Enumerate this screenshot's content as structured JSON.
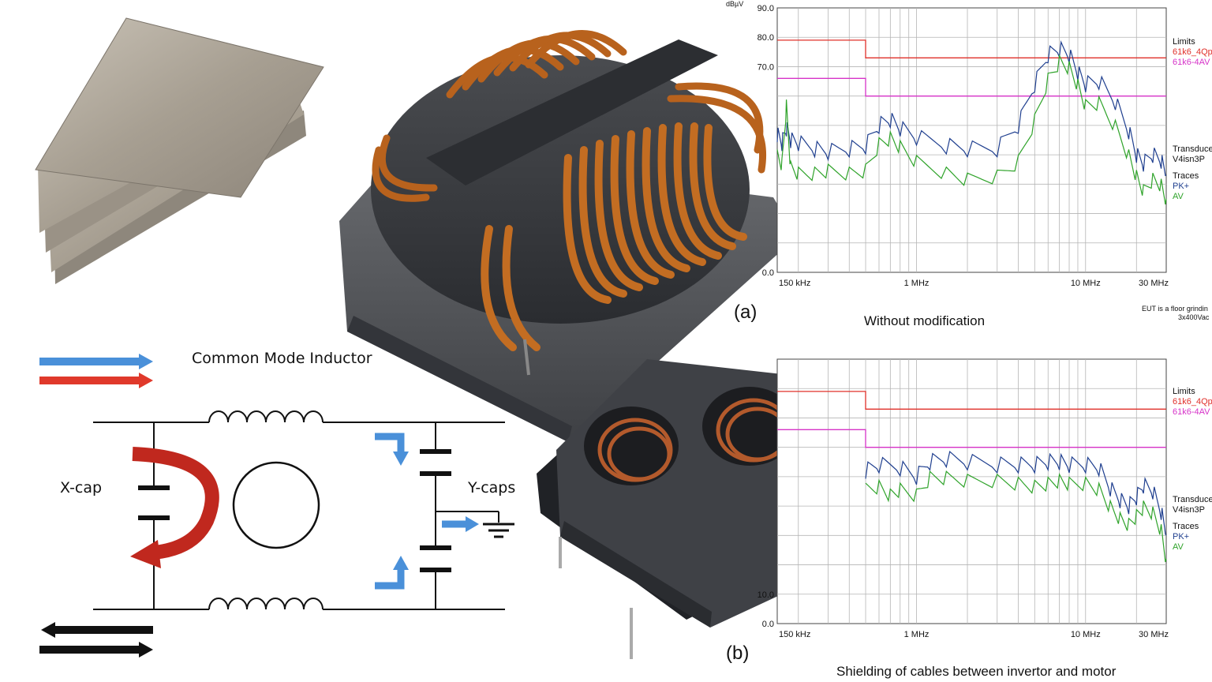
{
  "diagram": {
    "common_mode_label": "Common Mode Inductor",
    "xcap_label": "X-cap",
    "ycaps_label": "Y-caps"
  },
  "photos": {
    "sheets": "ferrite-sheets",
    "toroid": "common-mode-choke-toroid",
    "dual_choke": "common-mode-choke-dual"
  },
  "chart_a": {
    "subplot_label": "(a)",
    "caption": "Without modification",
    "note_line1": "EUT is a floor grindin",
    "note_line2": "3x400Vac"
  },
  "chart_b": {
    "subplot_label": "(b)",
    "caption": "Shielding of cables between invertor and motor"
  },
  "chart_data": [
    {
      "type": "line",
      "ylabel": "dBµV",
      "ylim": [
        0,
        90
      ],
      "y_ticks": [
        "90.0",
        "80.0",
        "70.0",
        "",
        "",
        "",
        "",
        "",
        "",
        "0.0"
      ],
      "x_scale": "log",
      "x_ticks": [
        "150 kHz",
        "1 MHz",
        "10 MHz",
        "30 MHz"
      ],
      "legend": {
        "limits_title": "Limits",
        "limit1": "61k6_4Qp",
        "limit2": "61k6-4AV",
        "transducer_title": "Transduce",
        "transducer": "V4isn3P",
        "traces_title": "Traces",
        "trace1": "PK+",
        "trace2": "AV"
      },
      "colors": {
        "limit_qp": "#e0302a",
        "limit_av": "#d633c8",
        "pk": "#1f3f8f",
        "av": "#2fa32a"
      },
      "limits": {
        "qp": [
          [
            0.15,
            79
          ],
          [
            0.5,
            79
          ],
          [
            0.5,
            73
          ],
          [
            30,
            73
          ]
        ],
        "av": [
          [
            0.15,
            66
          ],
          [
            0.5,
            66
          ],
          [
            0.5,
            60
          ],
          [
            30,
            60
          ]
        ]
      },
      "series": [
        {
          "name": "PK+",
          "points": [
            [
              0.15,
              47
            ],
            [
              0.16,
              44
            ],
            [
              0.17,
              49
            ],
            [
              0.18,
              45
            ],
            [
              0.2,
              44
            ],
            [
              0.25,
              42
            ],
            [
              0.3,
              41
            ],
            [
              0.4,
              42
            ],
            [
              0.5,
              43
            ],
            [
              0.6,
              50
            ],
            [
              0.7,
              52
            ],
            [
              0.8,
              49
            ],
            [
              1,
              46
            ],
            [
              1.5,
              43
            ],
            [
              2,
              42
            ],
            [
              3,
              42
            ],
            [
              4,
              50
            ],
            [
              5,
              64
            ],
            [
              6,
              74
            ],
            [
              7,
              76
            ],
            [
              8,
              74
            ],
            [
              9,
              68
            ],
            [
              10,
              64
            ],
            [
              12,
              65
            ],
            [
              15,
              58
            ],
            [
              18,
              48
            ],
            [
              20,
              40
            ],
            [
              22,
              37
            ],
            [
              25,
              40
            ],
            [
              28,
              38
            ],
            [
              30,
              33
            ]
          ]
        },
        {
          "name": "AV",
          "points": [
            [
              0.15,
              40
            ],
            [
              0.16,
              37
            ],
            [
              0.17,
              57
            ],
            [
              0.18,
              36
            ],
            [
              0.2,
              34
            ],
            [
              0.25,
              34
            ],
            [
              0.3,
              35
            ],
            [
              0.4,
              34
            ],
            [
              0.5,
              35
            ],
            [
              0.6,
              44
            ],
            [
              0.7,
              46
            ],
            [
              0.8,
              43
            ],
            [
              1,
              38
            ],
            [
              1.5,
              34
            ],
            [
              2,
              32
            ],
            [
              3,
              33
            ],
            [
              4,
              38
            ],
            [
              5,
              52
            ],
            [
              6,
              66
            ],
            [
              7,
              72
            ],
            [
              8,
              70
            ],
            [
              9,
              64
            ],
            [
              10,
              57
            ],
            [
              12,
              58
            ],
            [
              15,
              50
            ],
            [
              18,
              40
            ],
            [
              20,
              33
            ],
            [
              22,
              28
            ],
            [
              25,
              32
            ],
            [
              28,
              30
            ],
            [
              30,
              25
            ]
          ]
        }
      ]
    },
    {
      "type": "line",
      "ylabel": "",
      "ylim": [
        0,
        90
      ],
      "y_ticks": [
        "",
        "",
        "",
        "",
        "",
        "",
        "",
        "",
        "10.0",
        "0.0"
      ],
      "x_scale": "log",
      "x_ticks": [
        "150 kHz",
        "1 MHz",
        "10 MHz",
        "30 MHz"
      ],
      "legend": {
        "limits_title": "Limits",
        "limit1": "61k6_4Qp",
        "limit2": "61k6-4AV",
        "transducer_title": "Transduce",
        "transducer": "V4isn3P",
        "traces_title": "Traces",
        "trace1": "PK+",
        "trace2": "AV"
      },
      "colors": {
        "limit_qp": "#e0302a",
        "limit_av": "#d633c8",
        "pk": "#1f3f8f",
        "av": "#2fa32a"
      },
      "limits": {
        "qp": [
          [
            0.15,
            79
          ],
          [
            0.5,
            79
          ],
          [
            0.5,
            73
          ],
          [
            30,
            73
          ]
        ],
        "av": [
          [
            0.15,
            66
          ],
          [
            0.5,
            66
          ],
          [
            0.5,
            60
          ],
          [
            30,
            60
          ]
        ]
      },
      "series": [
        {
          "name": "PK+",
          "points": [
            [
              0.5,
              52
            ],
            [
              0.6,
              54
            ],
            [
              0.8,
              53
            ],
            [
              1,
              50
            ],
            [
              1.2,
              55
            ],
            [
              1.5,
              56
            ],
            [
              2,
              55
            ],
            [
              3,
              54
            ],
            [
              4,
              54
            ],
            [
              5,
              54
            ],
            [
              6,
              55
            ],
            [
              7,
              55
            ],
            [
              8,
              54
            ],
            [
              10,
              54
            ],
            [
              12,
              53
            ],
            [
              14,
              46
            ],
            [
              16,
              42
            ],
            [
              18,
              40
            ],
            [
              20,
              43
            ],
            [
              22,
              47
            ],
            [
              25,
              45
            ],
            [
              28,
              38
            ],
            [
              30,
              30
            ]
          ]
        },
        {
          "name": "AV",
          "points": [
            [
              0.5,
              46
            ],
            [
              0.6,
              47
            ],
            [
              0.7,
              44
            ],
            [
              0.8,
              46
            ],
            [
              1,
              44
            ],
            [
              1.2,
              50
            ],
            [
              1.5,
              50
            ],
            [
              2,
              49
            ],
            [
              3,
              49
            ],
            [
              4,
              48
            ],
            [
              5,
              47
            ],
            [
              6,
              48
            ],
            [
              7,
              49
            ],
            [
              8,
              48
            ],
            [
              10,
              48
            ],
            [
              12,
              46
            ],
            [
              14,
              40
            ],
            [
              16,
              36
            ],
            [
              18,
              34
            ],
            [
              20,
              37
            ],
            [
              22,
              40
            ],
            [
              25,
              38
            ],
            [
              28,
              32
            ],
            [
              30,
              22
            ]
          ]
        }
      ]
    }
  ]
}
